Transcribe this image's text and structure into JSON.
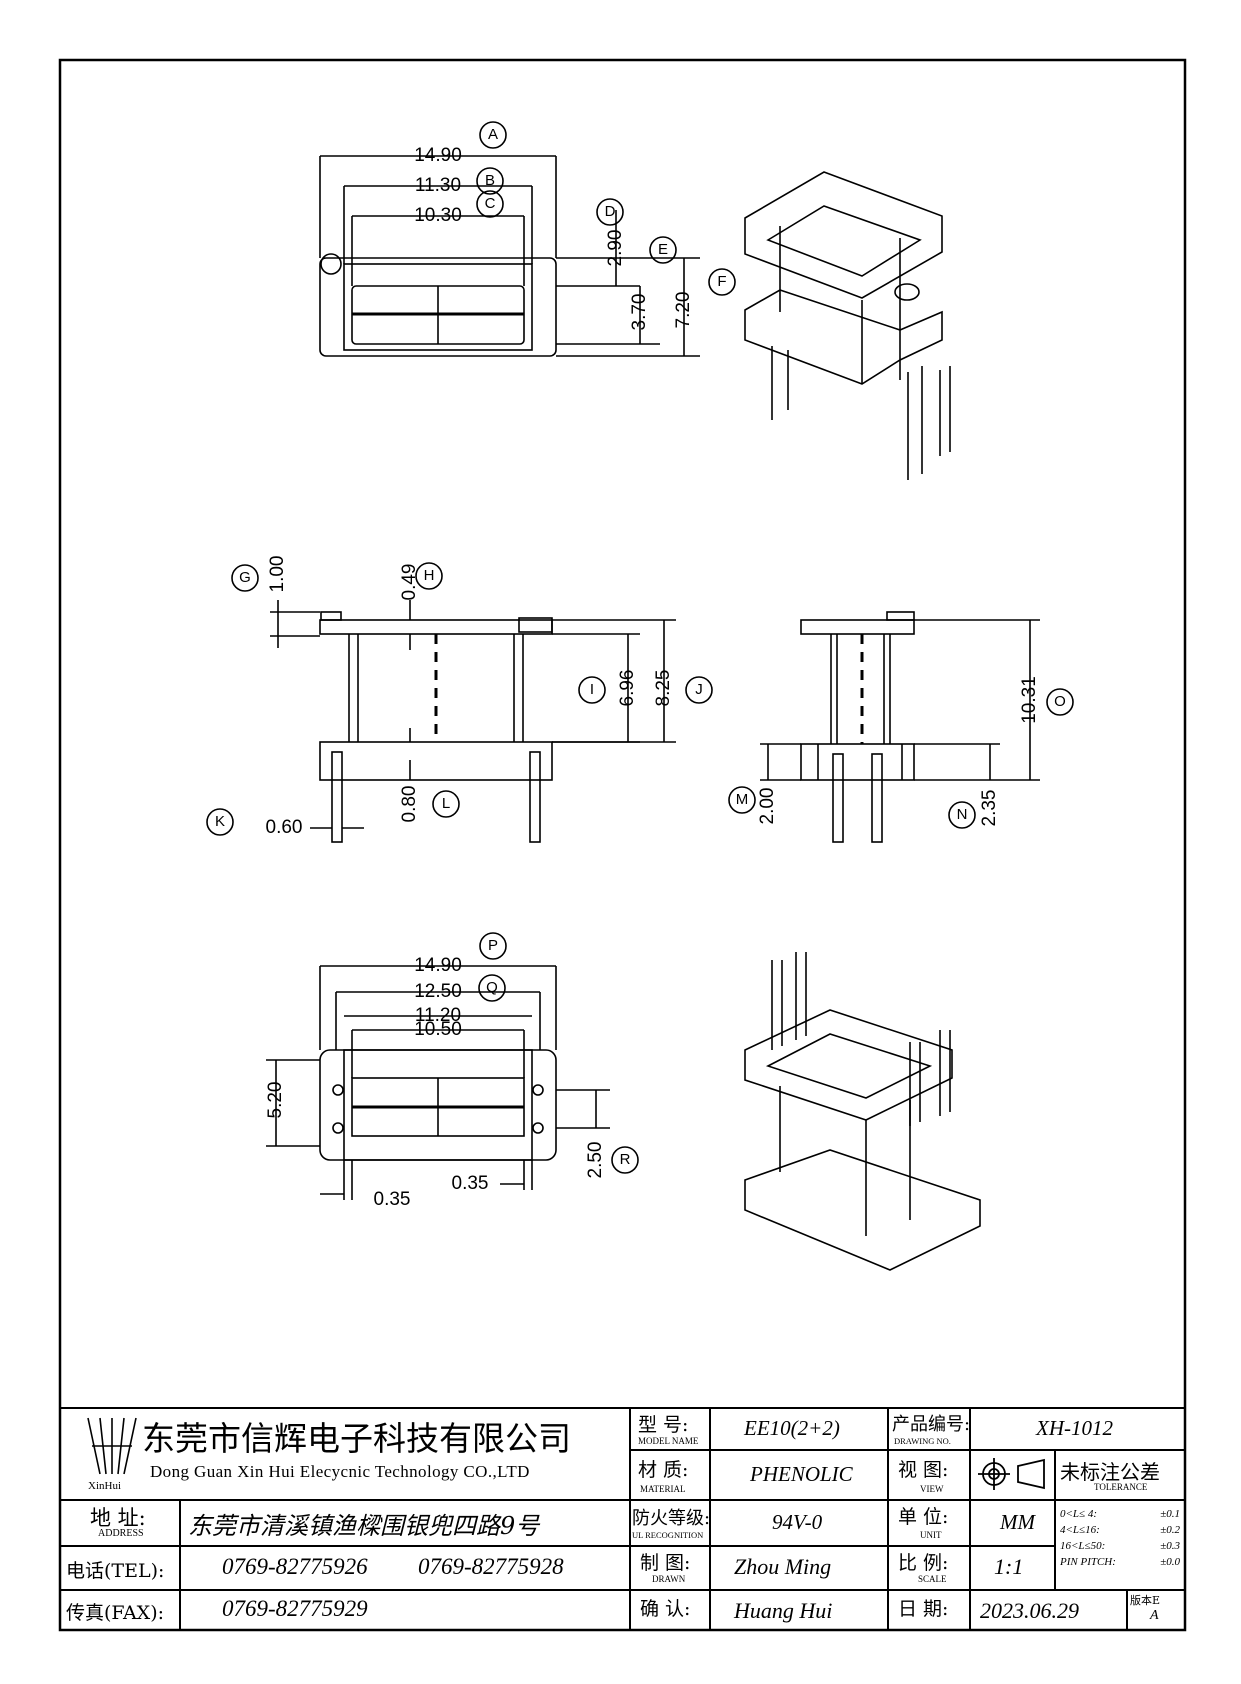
{
  "drawing": {
    "top_view": {
      "dims": {
        "A": "14.90",
        "B": "11.30",
        "C": "10.30",
        "D": "2.90",
        "E": "3.70",
        "F": "7.20"
      },
      "labels": [
        "A",
        "B",
        "C",
        "D",
        "E",
        "F"
      ]
    },
    "side_view": {
      "dims": {
        "G": "1.00",
        "H": "0.49",
        "I": "6.96",
        "J": "8.25",
        "K": "0.60",
        "L": "0.80"
      },
      "labels": [
        "G",
        "H",
        "I",
        "J",
        "K",
        "L"
      ]
    },
    "end_view": {
      "dims": {
        "M": "2.00",
        "N": "2.35",
        "O": "10.31"
      },
      "labels": [
        "M",
        "N",
        "O"
      ]
    },
    "bottom_view": {
      "dims": {
        "P": "14.90",
        "Q": "12.50",
        "Q2": "11.20",
        "Q3": "10.50",
        "S1": "5.20",
        "R": "2.50",
        "T1": "0.35",
        "T2": "0.35"
      },
      "labels": [
        "P",
        "Q",
        "R"
      ]
    }
  },
  "title_block": {
    "logo_text": "XinHui",
    "company_cn": "东莞市信辉电子科技有限公司",
    "company_en": "Dong Guan Xin Hui Elecycnic Technology CO.,LTD",
    "address_label": "地 址:",
    "address_label_en": "ADDRESS",
    "address": "东莞市清溪镇渔樑围银兜四路9号",
    "tel_label": "电话(TEL):",
    "tel1": "0769-82775926",
    "tel2": "0769-82775928",
    "fax_label": "传真(FAX):",
    "fax": "0769-82775929",
    "model_label": "型 号:",
    "model_label_en": "MODEL NAME",
    "model": "EE10(2+2)",
    "material_label": "材 质:",
    "material_label_en": "MATERIAL",
    "material": "PHENOLIC",
    "ul_label": "防火等级:",
    "ul_label_en": "UL RECOGNITION",
    "ul": "94V-0",
    "drawn_label": "制 图:",
    "drawn_label_en": "DRAWN",
    "drawn": "Zhou Ming",
    "check_label": "确 认:",
    "check": "Huang Hui",
    "drawing_no_label": "产品编号:",
    "drawing_no_label_en": "DRAWING NO.",
    "drawing_no": "XH-1012",
    "view_label": "视 图:",
    "view_label_en": "VIEW",
    "unit_label": "单 位:",
    "unit_label_en": "UNIT",
    "unit": "MM",
    "scale_label": "比 例:",
    "scale_label_en": "SCALE",
    "scale": "1:1",
    "date_label": "日 期:",
    "date": "2023.06.29",
    "tolerance_label": "未标注公差",
    "tolerance_label_en": "TOLERANCE",
    "tol_rows": [
      {
        "range": "0<L≤ 4:",
        "val": "±0.1"
      },
      {
        "range": "4<L≤16:",
        "val": "±0.2"
      },
      {
        "range": "16<L≤50:",
        "val": "±0.3"
      },
      {
        "range": "PIN PITCH:",
        "val": "±0.0"
      }
    ],
    "version_label": "版本E",
    "version": "A"
  }
}
